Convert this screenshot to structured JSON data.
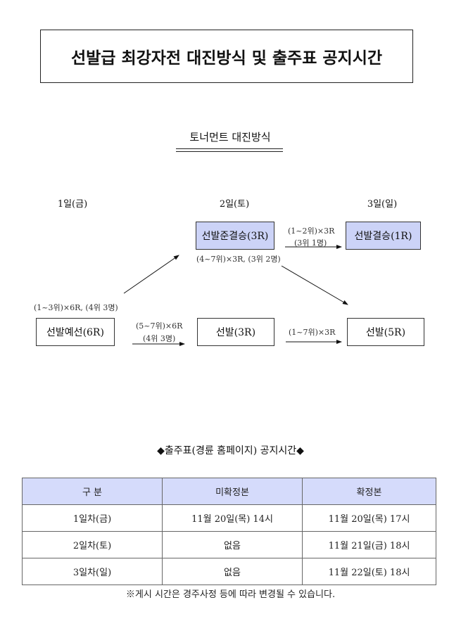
{
  "title": "선발급 최강자전 대진방식 및 출주표 공지시간",
  "subtitle": "토너먼트 대진방식",
  "days": [
    "1일(금)",
    "2일(토)",
    "3일(일)"
  ],
  "boxes": {
    "prelim": "선발예선(6R)",
    "semi": "선발준결승(3R)",
    "final": "선발결승(1R)",
    "s3": "선발(3R)",
    "s5": "선발(5R)"
  },
  "notes": {
    "prelim_up": "(1~3위)×6R, (4위 3명)",
    "prelim_right_1": "(5~7위)×6R",
    "prelim_right_2": "(4위 3명)",
    "semi_right_1": "(1~2위)×3R",
    "semi_right_2": "(3위 1명)",
    "semi_down": "(4~7위)×3R, (3위 2명)",
    "s3_right": "(1~7위)×3R"
  },
  "section2": "◆출주표(경륜 홈페이지) 공지시간◆",
  "table": {
    "headers": [
      "구 분",
      "미확정본",
      "확정본"
    ],
    "rows": [
      [
        "1일차(금)",
        "11월 20일(목) 14시",
        "11월 20일(목) 17시"
      ],
      [
        "2일차(토)",
        "없음",
        "11월 21일(금) 18시"
      ],
      [
        "3일차(일)",
        "없음",
        "11월 22일(토) 18시"
      ]
    ]
  },
  "footnote": "※게시 시간은 경주사정 등에 따라 변경될 수 있습니다."
}
